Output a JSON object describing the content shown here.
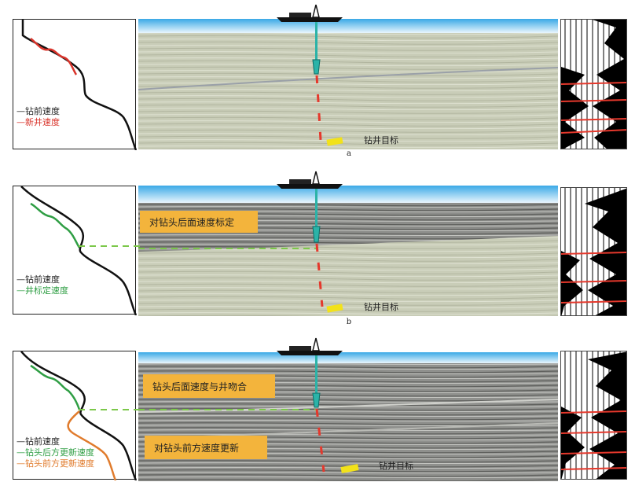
{
  "panels": [
    {
      "id": "a",
      "label": "a",
      "legend": [
        {
          "text": "—钻前速度",
          "color": "#222222"
        },
        {
          "text": "—新井速度",
          "color": "#d9342b"
        }
      ],
      "target_label": "钻井目标",
      "callouts": []
    },
    {
      "id": "b",
      "label": "b",
      "legend": [
        {
          "text": "—钻前速度",
          "color": "#222222"
        },
        {
          "text": "—井标定速度",
          "color": "#2f9e44"
        }
      ],
      "target_label": "钻井目标",
      "callouts": [
        {
          "text": "对钻头后面速度标定"
        }
      ]
    },
    {
      "id": "c",
      "label": "",
      "legend": [
        {
          "text": "—钻前速度",
          "color": "#222222"
        },
        {
          "text": "—钻头后方更新速度",
          "color": "#2f9e44"
        },
        {
          "text": "—钻头前方更新速度",
          "color": "#e07b2c"
        }
      ],
      "target_label": "钻井目标",
      "callouts": [
        {
          "text": "钻头后面速度与井吻合"
        },
        {
          "text": "对钻头前方速度更新"
        }
      ]
    }
  ],
  "colors": {
    "seismic_bg": "#c9cdb8",
    "sky_top": "#3aa9e6",
    "sky_bottom": "#eaf6fd",
    "pipe": "#2bb3a8",
    "well_path": "#e5382c",
    "target": "#f2e21a",
    "callout": "#f3b43c",
    "guide_line": "#7cc84a"
  },
  "icons": [
    "drilling-ship-icon"
  ]
}
